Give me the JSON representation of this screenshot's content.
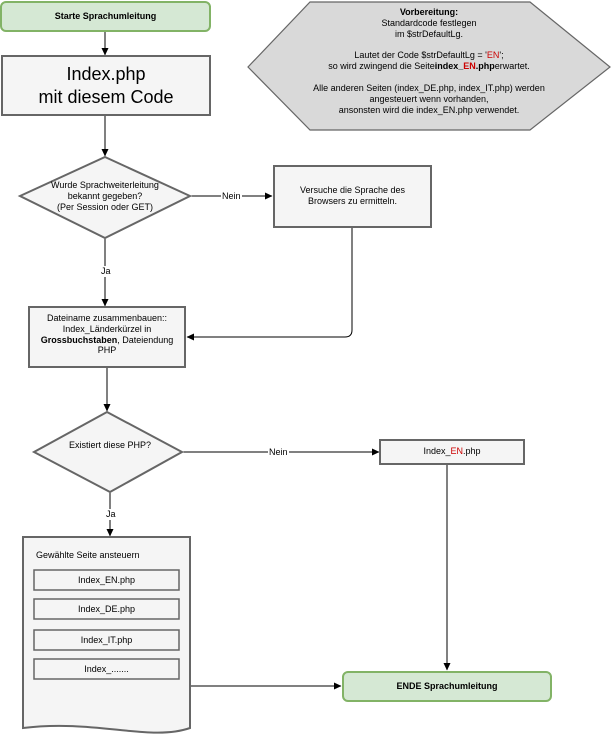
{
  "start": {
    "label": "Starte Sprachumleitung"
  },
  "prep": {
    "title": "Vorbereitung:",
    "line1": "Standardcode festlegen",
    "line2": "im $strDefaultLg.",
    "line3_a": "Lautet der Code $strDefaultLg = '",
    "line3_code": "EN",
    "line3_b": "';",
    "line4_a": "so wird zwingend die Seite",
    "line4_b": "index_",
    "line4_code": "EN",
    "line4_c": ".php",
    "line4_d": "erwartet.",
    "line5": "Alle anderen Seiten (index_DE.php, index_IT.php) werden",
    "line6": "angesteuert wenn vorhanden,",
    "line7": "ansonsten wird die index_EN.php verwendet."
  },
  "index_box": {
    "line1": "Index.php",
    "line2": "mit diesem Code"
  },
  "decision1": {
    "line1": "Wurde Sprachweiterleitung",
    "line2": "bekannt gegeben?",
    "line3": "(Per Session oder GET)"
  },
  "browser_box": {
    "line1": "Versuche die Sprache des",
    "line2": "Browsers zu ermitteln."
  },
  "edge_labels": {
    "nein1": "Nein",
    "ja1": "Ja",
    "nein2": "Nein",
    "ja2": "Ja"
  },
  "filename_box": {
    "line1": "Dateiname zusammenbauen::",
    "line2": "Index_Länderkürzel in",
    "line3_bold": "Grossbuchstaben",
    "line3_rest": ", Dateiendung",
    "line4": "PHP"
  },
  "decision2": {
    "label": "Existiert diese PHP?"
  },
  "index_en_box": {
    "prefix": "Index_",
    "code": "EN",
    "suffix": ".php"
  },
  "doc": {
    "title": "Gewählte Seite ansteuern",
    "items": [
      "Index_EN.php",
      "Index_DE.php",
      "Index_IT.php",
      "Index_......."
    ]
  },
  "end": {
    "label": "ENDE Sprachumleitung"
  },
  "colors": {
    "terminal_fill": "#d5e8d4",
    "terminal_stroke": "#82b366",
    "node_fill": "#f5f5f5",
    "node_stroke": "#666666",
    "accent_red": "#cc0000"
  }
}
